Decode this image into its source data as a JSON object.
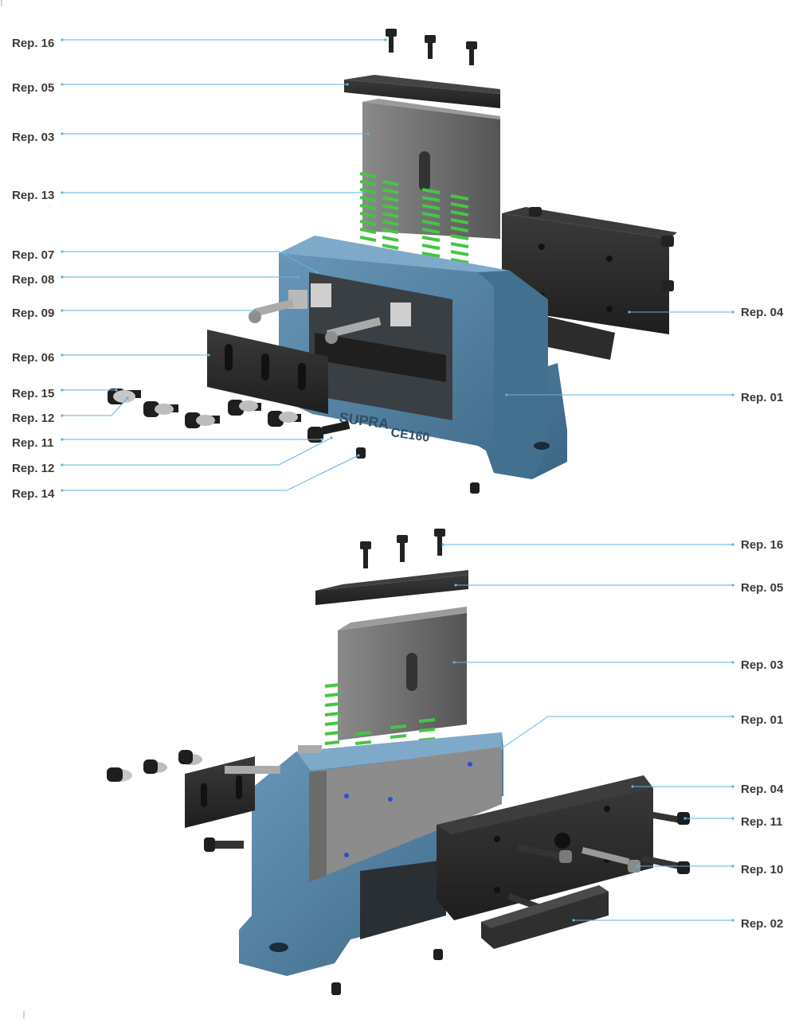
{
  "colors": {
    "body_blue": "#4f7fa3",
    "spring_green": "#3fbf3f",
    "plate_black": "#2a2a2a",
    "steel_grey": "#6f6f6f",
    "leader_line": "#5fb3de"
  },
  "top_view": {
    "labels": [
      "Rep. 16",
      "Rep. 05",
      "Rep. 03",
      "Rep. 13",
      "Rep. 07",
      "Rep. 08",
      "Rep. 09",
      "Rep. 06",
      "Rep. 15",
      "Rep. 12",
      "Rep. 11",
      "Rep. 12",
      "Rep. 14",
      "Rep. 04",
      "Rep. 01"
    ],
    "body_engraving": "SUPRA",
    "model_engraving": "CE160"
  },
  "bottom_view": {
    "labels": [
      "Rep. 16",
      "Rep. 05",
      "Rep. 03",
      "Rep. 01",
      "Rep. 04",
      "Rep. 11",
      "Rep. 10",
      "Rep. 02"
    ]
  }
}
